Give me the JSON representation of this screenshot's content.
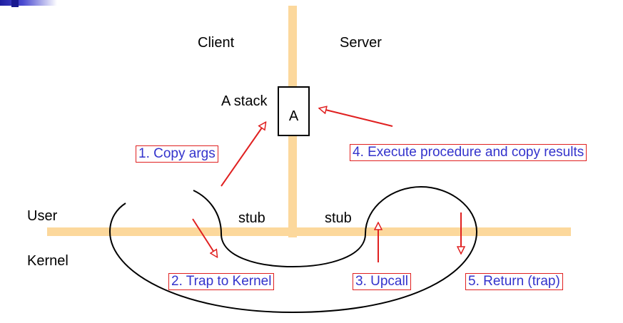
{
  "labels": {
    "client": "Client",
    "server": "Server",
    "a_stack": "A stack",
    "a_box": "A",
    "user": "User",
    "kernel": "Kernel",
    "stub_left": "stub",
    "stub_right": "stub"
  },
  "steps": [
    {
      "id": "copy-args",
      "text": "1. Copy args"
    },
    {
      "id": "trap-to-kernel",
      "text": "2. Trap to Kernel"
    },
    {
      "id": "upcall",
      "text": "3. Upcall"
    },
    {
      "id": "execute",
      "text": "4. Execute procedure and copy results"
    },
    {
      "id": "return-trap",
      "text": "5. Return (trap)"
    }
  ],
  "colors": {
    "boundary": "#fcd89c",
    "arrow": "#e02020",
    "step_text": "#3333cc",
    "step_border": "#e02020",
    "curve": "#000000"
  }
}
